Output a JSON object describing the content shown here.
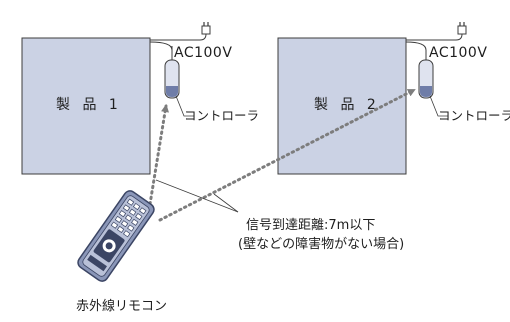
{
  "product1": {
    "label": "製 品 1",
    "ac_label": "AC100V",
    "controller_label": "コントローラ"
  },
  "product2": {
    "label": "製 品 2",
    "ac_label": "AC100V",
    "controller_label": "コントローラ"
  },
  "range": {
    "line1": "信号到達距離:7m以下",
    "line2": "(壁などの障害物がない場合)"
  },
  "remote": {
    "label": "赤外線リモコン"
  },
  "colors": {
    "box_fill": "#cbd2e4",
    "box_stroke": "#3c3c3c",
    "controller_fill": "#dfe3ef",
    "controller_tip": "#6f7da8",
    "ir_dots": "#7d7d7d",
    "remote_body": "#8a96b8",
    "remote_dark": "#3b4564"
  }
}
